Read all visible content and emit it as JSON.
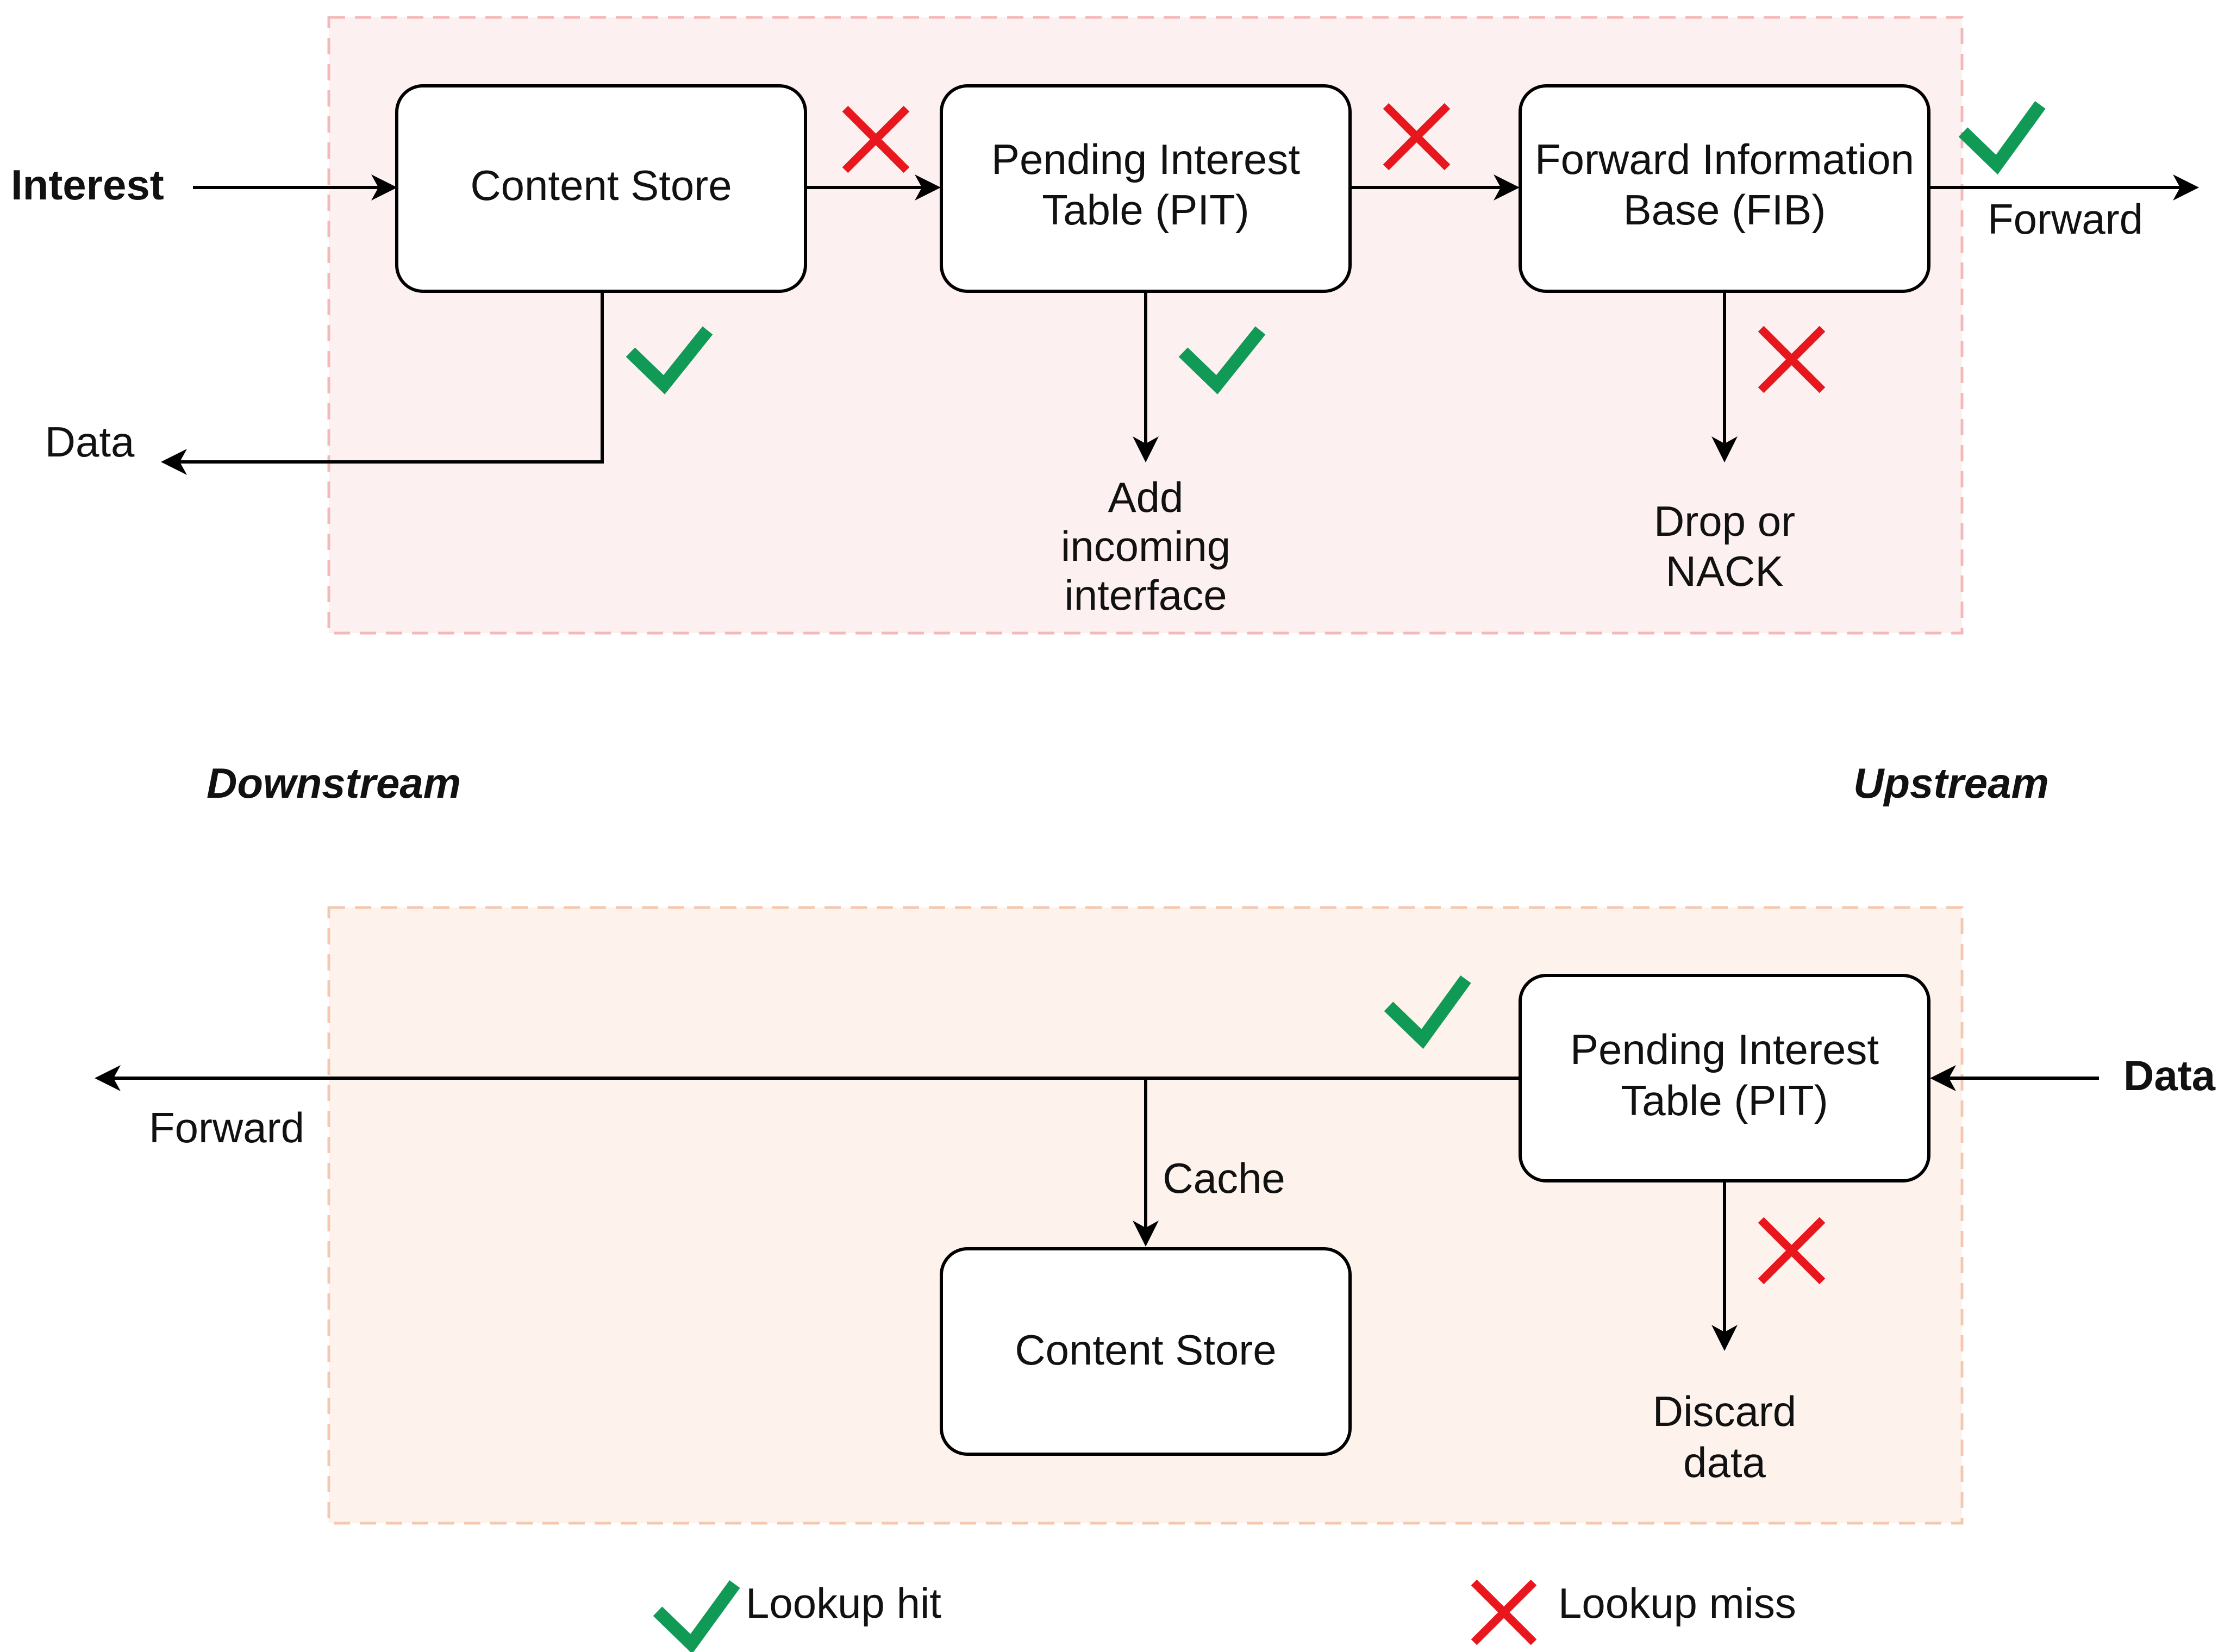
{
  "colors": {
    "hit": "#119a55",
    "miss": "#e8161d",
    "interest_region_fill": "#fdf0f0",
    "interest_region_border": "#f3b9b9",
    "data_region_fill": "#fdf3ec",
    "data_region_border": "#f4c8b0"
  },
  "icons": {
    "hit": "check-mark-icon",
    "miss": "cross-mark-icon"
  },
  "interest_pipeline": {
    "input_label": "Interest",
    "content_store": {
      "lines": [
        "Content Store"
      ]
    },
    "pit": {
      "lines": [
        "Pending Interest",
        "Table (PIT)"
      ]
    },
    "fib": {
      "lines": [
        "Forward Information",
        "Base (FIB)"
      ]
    },
    "cs_hit_output": "Data",
    "pit_hit_output": [
      "Add",
      "incoming",
      "interface"
    ],
    "fib_miss_output": [
      "Drop or",
      "NACK"
    ],
    "fib_hit_output": "Forward"
  },
  "directions": {
    "downstream": "Downstream",
    "upstream": "Upstream"
  },
  "data_pipeline": {
    "input_label": "Data",
    "pit": {
      "lines": [
        "Pending Interest",
        "Table (PIT)"
      ]
    },
    "content_store": {
      "lines": [
        "Content Store"
      ]
    },
    "forward_output": "Forward",
    "cache_label": "Cache",
    "pit_miss_output": [
      "Discard",
      "data"
    ]
  },
  "legend": {
    "hit_label": "Lookup hit",
    "miss_label": "Lookup miss"
  }
}
